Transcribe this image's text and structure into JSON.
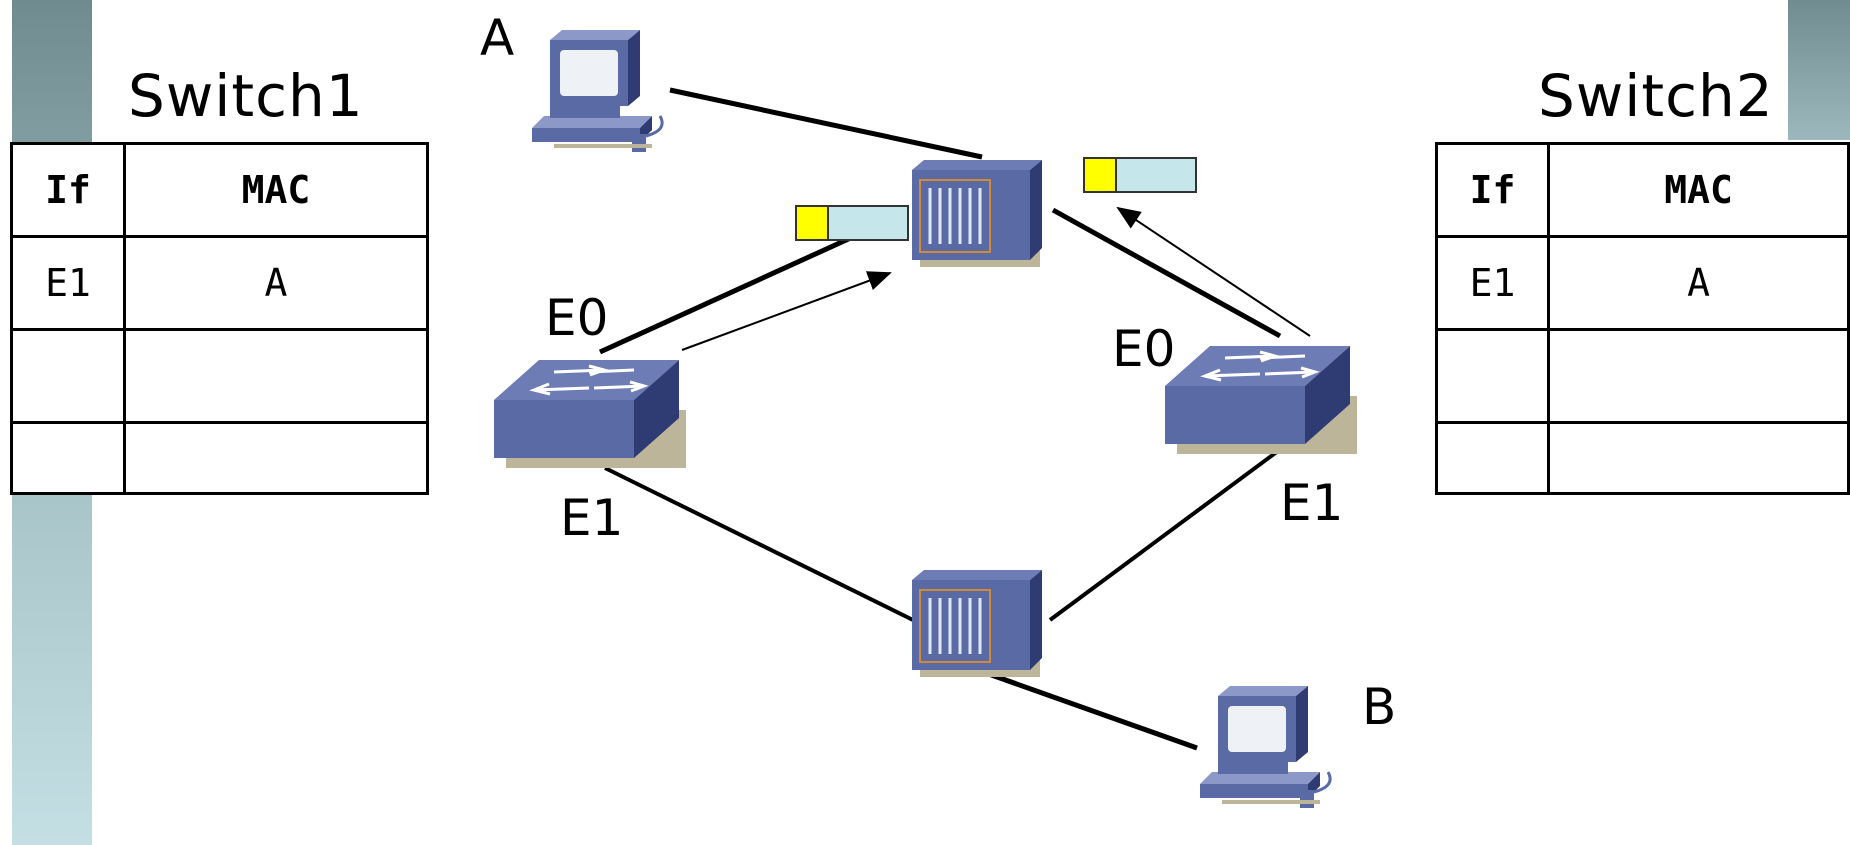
{
  "switch1": {
    "title": "Switch1",
    "headers": {
      "if": "If",
      "mac": "MAC"
    },
    "rows": [
      {
        "if": "E1",
        "mac": "A"
      },
      {
        "if": "",
        "mac": ""
      },
      {
        "if": "",
        "mac": ""
      }
    ]
  },
  "switch2": {
    "title": "Switch2",
    "headers": {
      "if": "If",
      "mac": "MAC"
    },
    "rows": [
      {
        "if": "E1",
        "mac": "A"
      },
      {
        "if": "",
        "mac": ""
      },
      {
        "if": "",
        "mac": ""
      }
    ]
  },
  "hosts": {
    "a": "A",
    "b": "B"
  },
  "ports": {
    "sw1_e0": "E0",
    "sw1_e1": "E1",
    "sw2_e0": "E0",
    "sw2_e1": "E1"
  },
  "colors": {
    "device": "#5a6aa5",
    "device_dark": "#2f3b73",
    "frame_header": "#ffff00",
    "frame_body": "#c5e6ea"
  }
}
